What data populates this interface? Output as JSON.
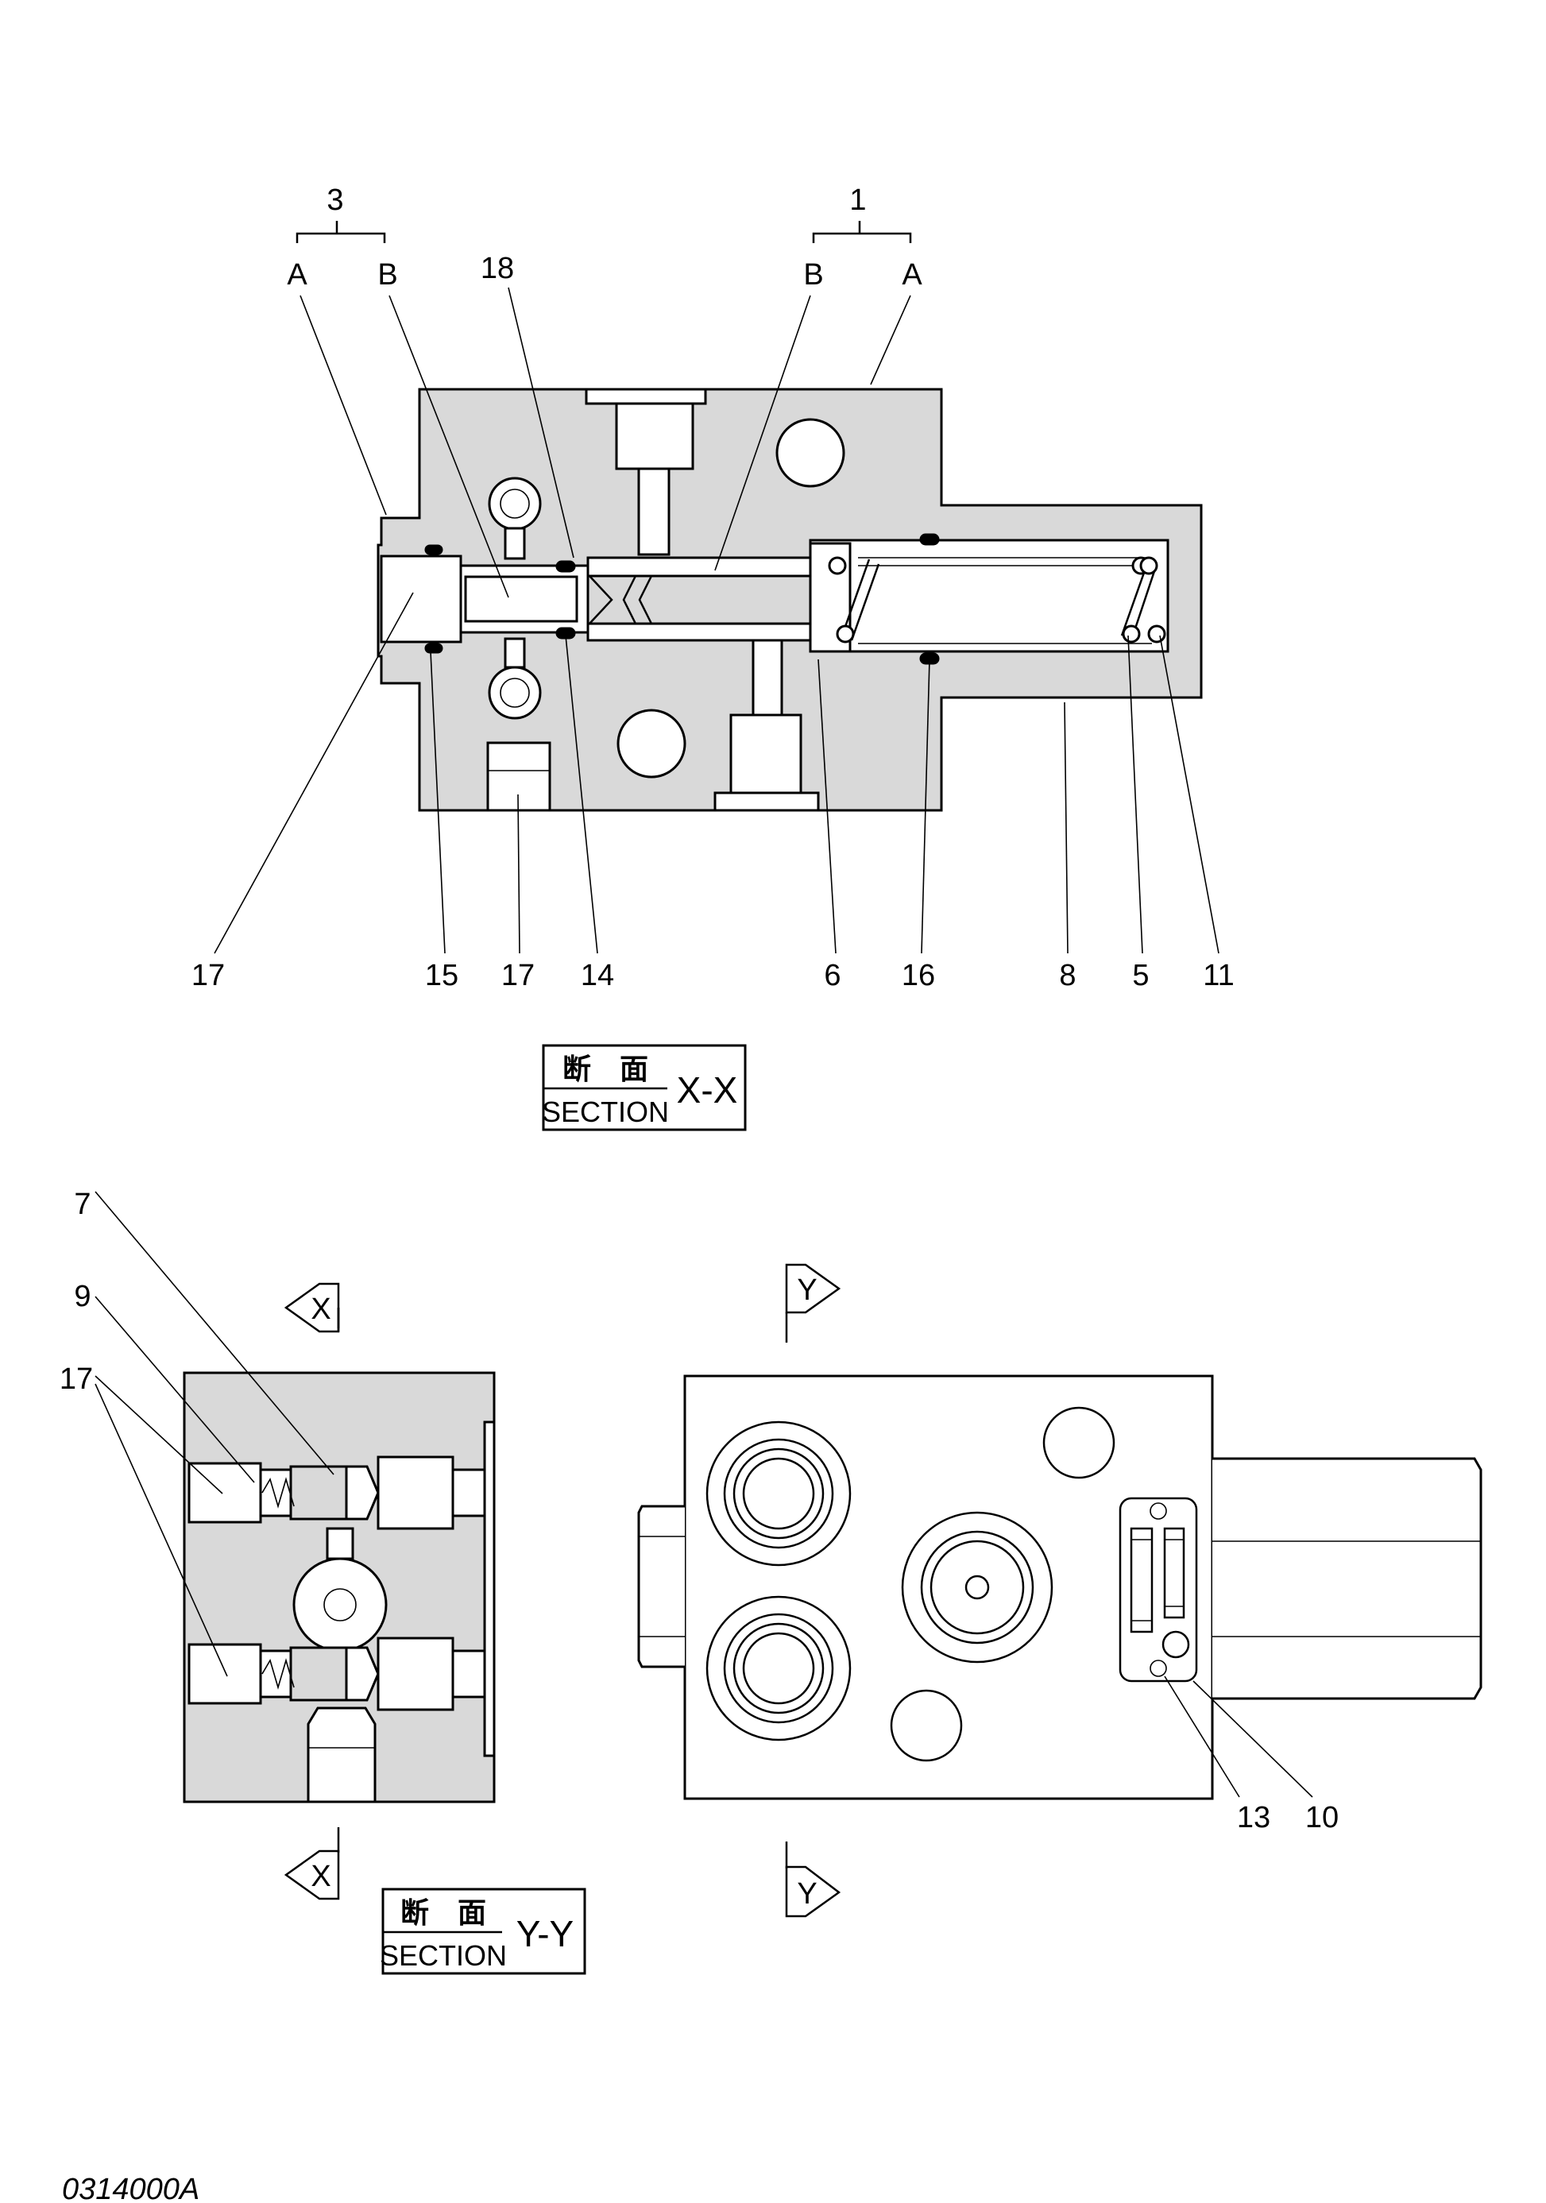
{
  "section_xx": {
    "group_3": {
      "number": "3",
      "a": "A",
      "b": "B"
    },
    "group_1": {
      "number": "1",
      "a": "A",
      "b": "B"
    },
    "top_callout": "18",
    "bottom_callouts": [
      "17",
      "15",
      "17",
      "14",
      "6",
      "16",
      "8",
      "5",
      "11"
    ],
    "caption": {
      "kanji": "断　面",
      "section": "SECTION",
      "id": "X-X"
    }
  },
  "section_yy": {
    "callouts": [
      "7",
      "9",
      "17"
    ],
    "arrow_label": "X",
    "caption": {
      "kanji": "断　面",
      "section": "SECTION",
      "id": "Y-Y"
    }
  },
  "exterior_view": {
    "arrow_label": "Y",
    "callouts": [
      "13",
      "10"
    ]
  },
  "figure_id": "0314000A"
}
